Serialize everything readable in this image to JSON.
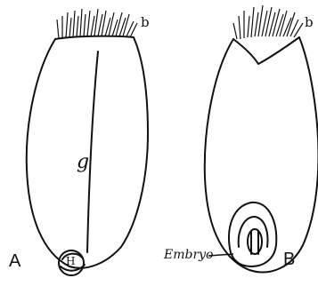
{
  "labels": {
    "fig_a": "A",
    "fig_b": "B",
    "hairs_a": "b",
    "hairs_b": "b",
    "groove": "g",
    "embryo": "Embryo",
    "embryo_a": "H"
  },
  "colors": {
    "ink": "#111111",
    "paper": "#ffffff"
  }
}
